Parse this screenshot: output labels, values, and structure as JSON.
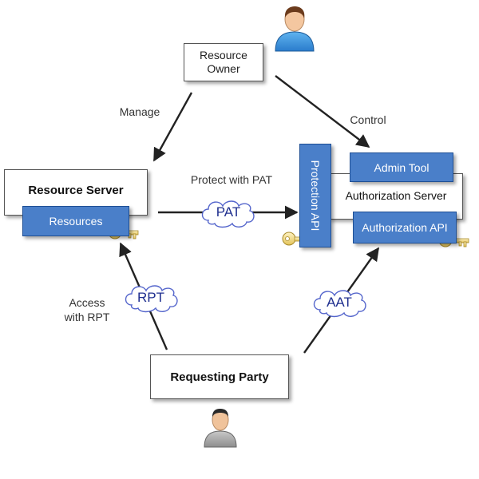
{
  "nodes": {
    "resource_owner": "Resource\nOwner",
    "resource_server": "Resource Server",
    "resources": "Resources",
    "authorization_server": "Authorization Server",
    "admin_tool": "Admin Tool",
    "authorization_api": "Authorization API",
    "protection_api": "Protection API",
    "requesting_party": "Requesting Party"
  },
  "edges": {
    "manage": "Manage",
    "control": "Control",
    "protect": "Protect with PAT",
    "access": "Access\nwith RPT"
  },
  "tokens": {
    "pat": "PAT",
    "rpt": "RPT",
    "aat": "AAT"
  },
  "icons": [
    "person-icon",
    "key-icon"
  ],
  "colors": {
    "api_blue": "#4a7fc9",
    "token_text": "#1f2f8f",
    "arrow": "#222222"
  }
}
